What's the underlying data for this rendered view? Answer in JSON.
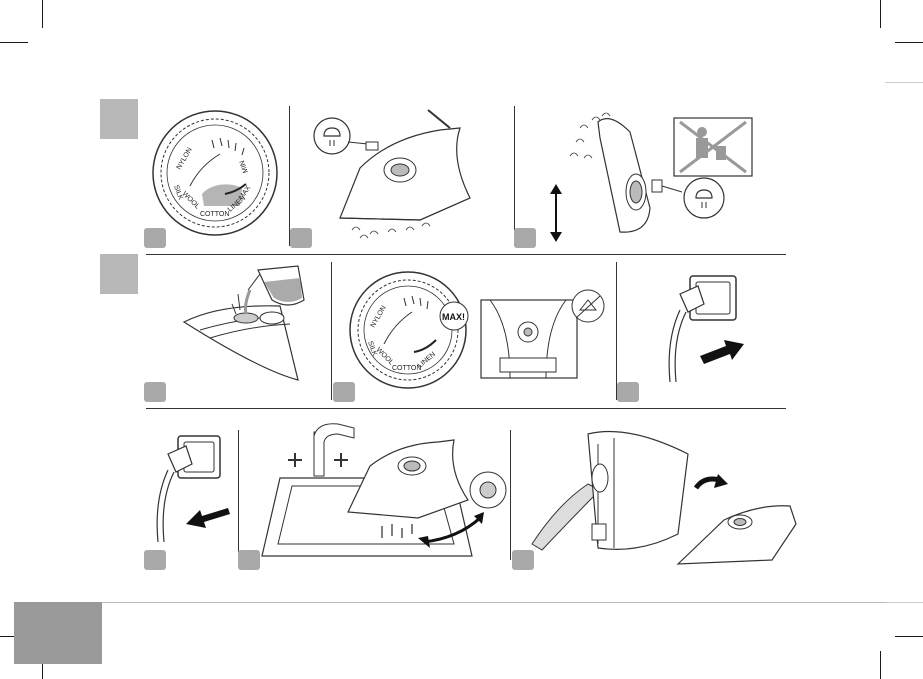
{
  "dial_labels": {
    "nylon": "NYLON",
    "silk": "SILK",
    "wool": "WOOL",
    "cotton": "COTTON",
    "linen": "LINEN",
    "max": "MAX",
    "min": "MIN"
  },
  "max_bubble": "MAX!",
  "colors": {
    "section_tab": "#b8b8b8",
    "step_badge": "#a9a9a9",
    "footer_block": "#9a9a9a",
    "line": "#333333"
  }
}
